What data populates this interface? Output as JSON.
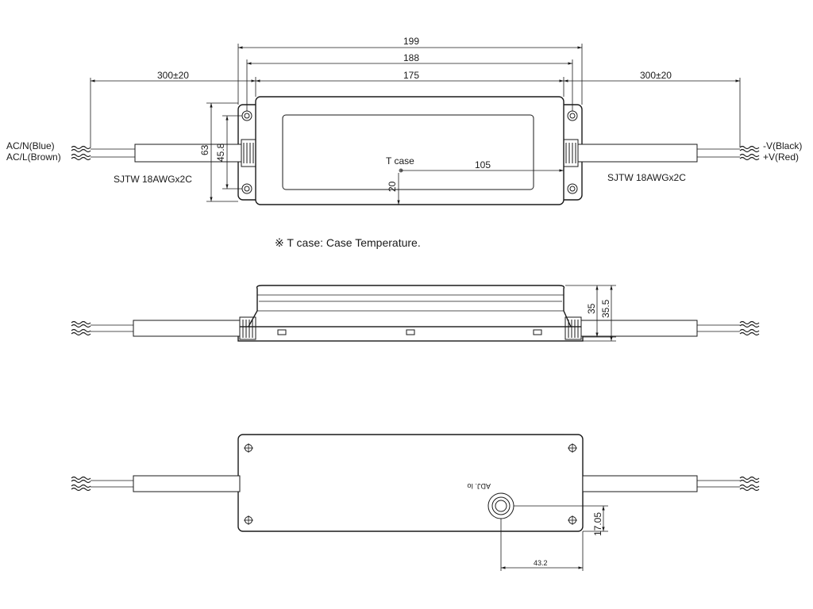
{
  "top_view": {
    "dims": {
      "overall": "199",
      "mount": "188",
      "body": "175",
      "lead_left": "300±20",
      "lead_right": "300±20",
      "height": "63",
      "mount_height": "45.8",
      "tcase_x": "105",
      "tcase_y": "20"
    },
    "tcase_label": "T case",
    "left_wires": [
      "AC/N(Blue)",
      "AC/L(Brown)"
    ],
    "right_wires": [
      "-V(Black)",
      "+V(Red)"
    ],
    "cable_left": "SJTW 18AWGx2C",
    "cable_right": "SJTW 18AWGx2C"
  },
  "note": "※ T case: Case Temperature.",
  "side_view": {
    "dims": {
      "body_height": "35",
      "total_height": "35.5"
    }
  },
  "bottom_view": {
    "adj_label": "ADJ. Io",
    "dims": {
      "adj_y": "17.05",
      "adj_x": "43.2"
    }
  }
}
